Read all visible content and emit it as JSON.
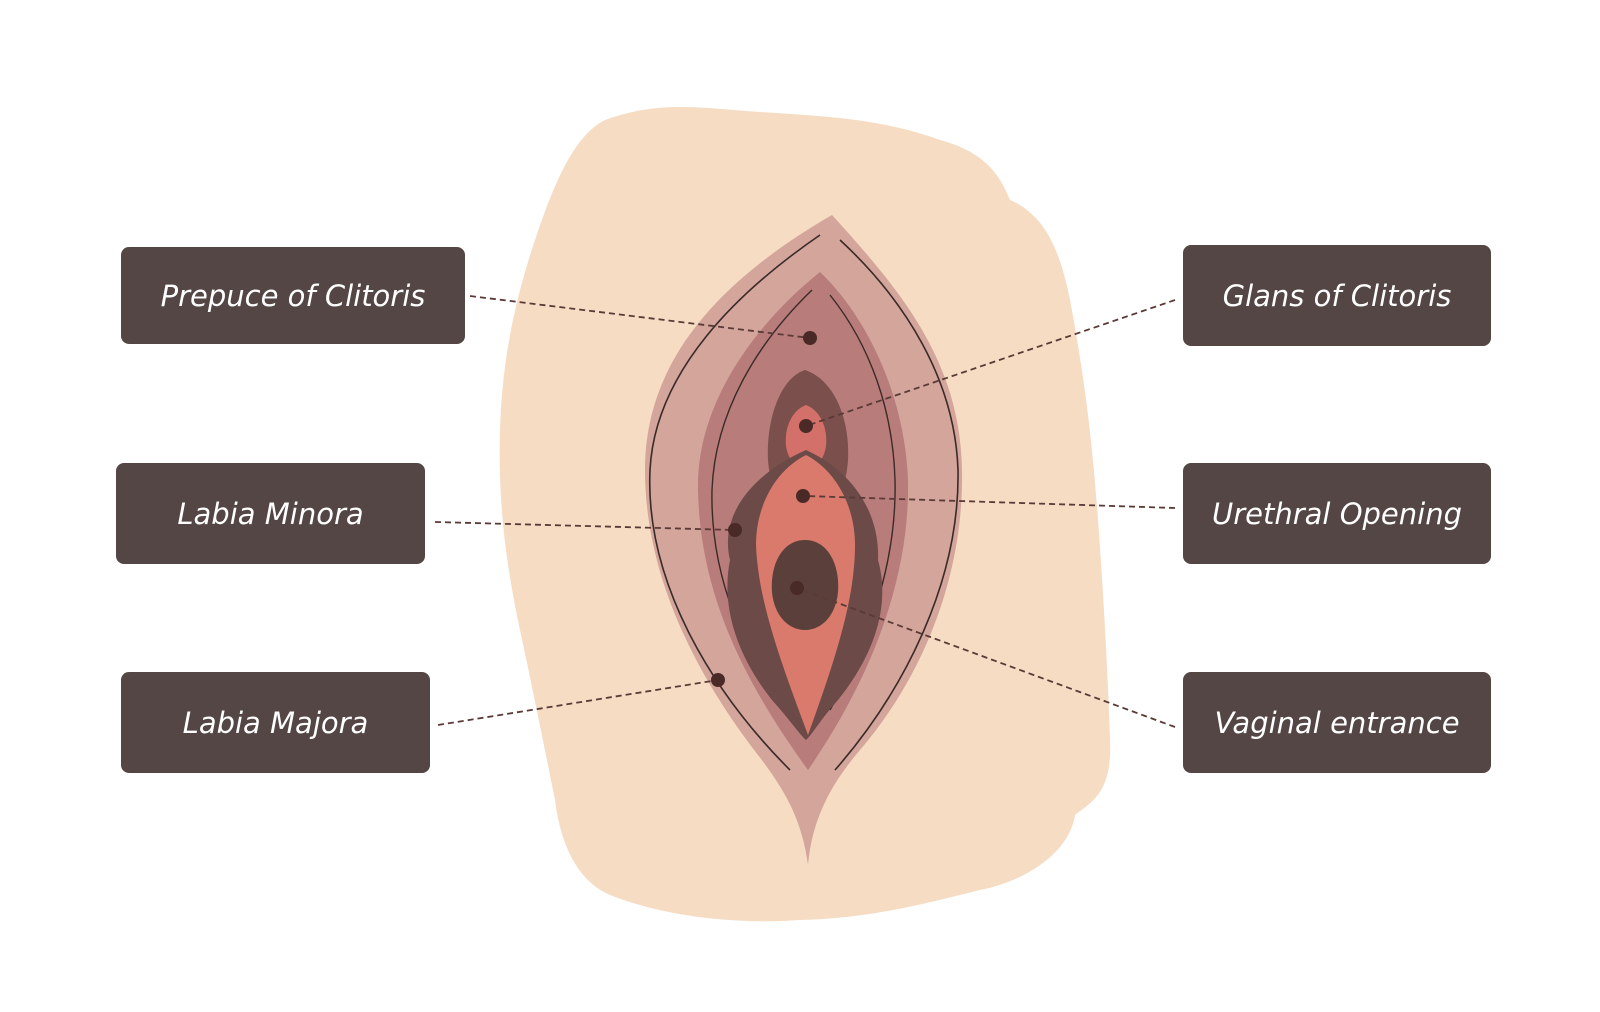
{
  "labels": {
    "prepuce": "Prepuce of Clitoris",
    "labia_minora": "Labia Minora",
    "labia_majora": "Labia Majora",
    "glans": "Glans of Clitoris",
    "urethral_opening": "Urethral Opening",
    "vaginal_entrance": "Vaginal entrance"
  },
  "colors": {
    "label_bg": "#534644",
    "label_text": "#ffffff",
    "skin": "#f6dcc3",
    "outer_labia": "#d3a59b",
    "inner_labia": "#b87c7b",
    "vestibule": "#d97a6c",
    "opening": "#5a3f3a",
    "leader_line": "#5a3a36"
  }
}
